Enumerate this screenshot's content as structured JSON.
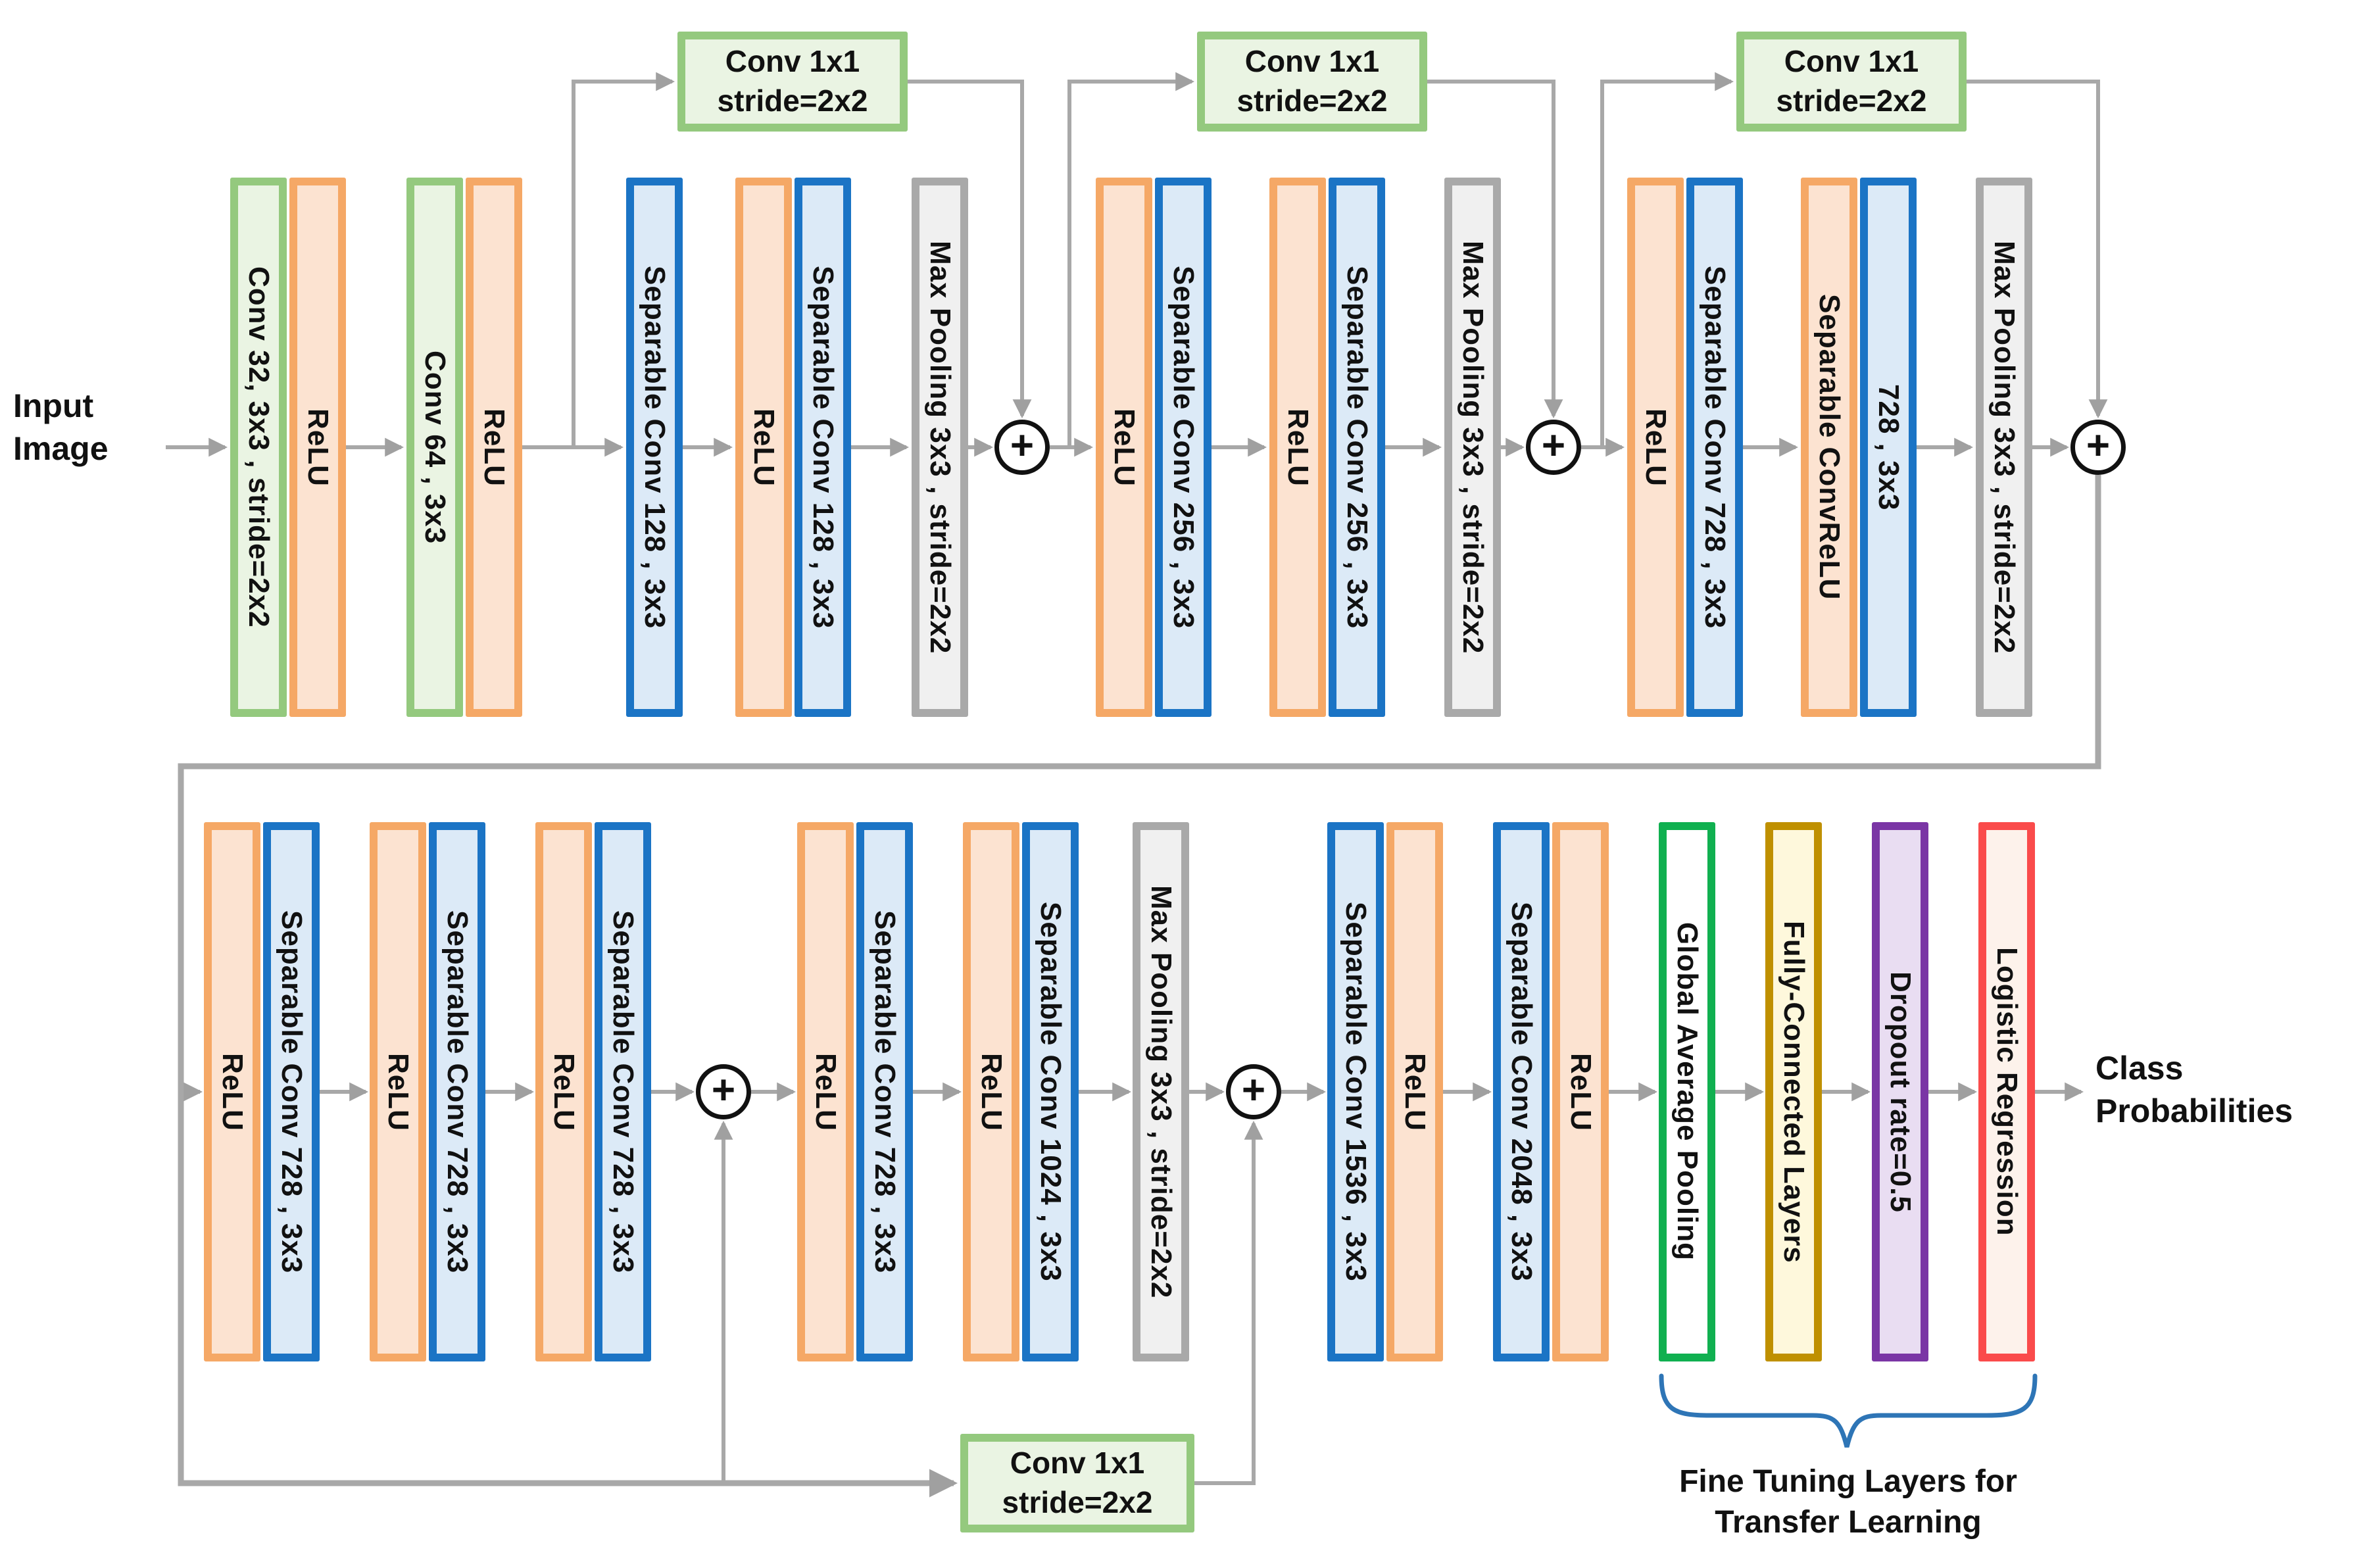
{
  "diagram": {
    "description_kind": "cnn-architecture-flow-diagram",
    "input": {
      "line1": "Input",
      "line2": "Image"
    },
    "output": {
      "line1": "Class",
      "line2": "Probabilities"
    },
    "skip_connection_box": {
      "line1": "Conv 1x1",
      "line2": "stride=2x2"
    },
    "row1": {
      "conv32": "Conv 32,  3x3 , stride=2x2",
      "relu": "ReLU",
      "conv64": "Conv 64 , 3x3",
      "sep128": "Separable Conv 128 , 3x3",
      "maxpool": "Max Pooling 3x3 , stride=2x2",
      "sep256": "Separable Conv 256 , 3x3",
      "sep728": "Separable Conv 728 , 3x3",
      "sep_conv_relu": "Separable ConvReLU",
      "b728": "728 , 3x3"
    },
    "row2": {
      "relu": "ReLU",
      "sep728": "Separable Conv 728 , 3x3",
      "sep1024": "Separable Conv 1024 , 3x3",
      "maxpool": "Max Pooling 3x3 , stride=2x2",
      "sep1536": "Separable Conv 1536 , 3x3",
      "sep2048": "Separable Conv 2048 , 3x3",
      "gap": "Global Average Pooling",
      "fc": "Fully-Connected Layers",
      "dropout": "Dropout rate=0.5",
      "logreg": "Logistic Regression"
    },
    "annotations": {
      "fine_tuning_line1": "Fine Tuning Layers for",
      "fine_tuning_line2": "Transfer Learning"
    },
    "icons": {
      "add": "+"
    },
    "colors": {
      "conv_border": "#94C97E",
      "conv_fill": "#EAF4E3",
      "relu_border": "#F5A866",
      "relu_fill": "#FCE3D1",
      "separable_border": "#1B74C5",
      "separable_fill": "#DCEAF7",
      "pool_border": "#A9A9A9",
      "pool_fill": "#F0F0F0",
      "gap_border": "#10B050",
      "gap_fill": "#FFFFFF",
      "fc_border": "#BF9000",
      "fc_fill": "#FEF8DC",
      "dropout_border": "#7A35A5",
      "dropout_fill": "#E9DDF2",
      "logreg_border": "#FA4B4B",
      "logreg_fill": "#FDF2EB",
      "wire": "#A8A8A8",
      "brace": "#2E75B6",
      "text": "#111111"
    }
  }
}
